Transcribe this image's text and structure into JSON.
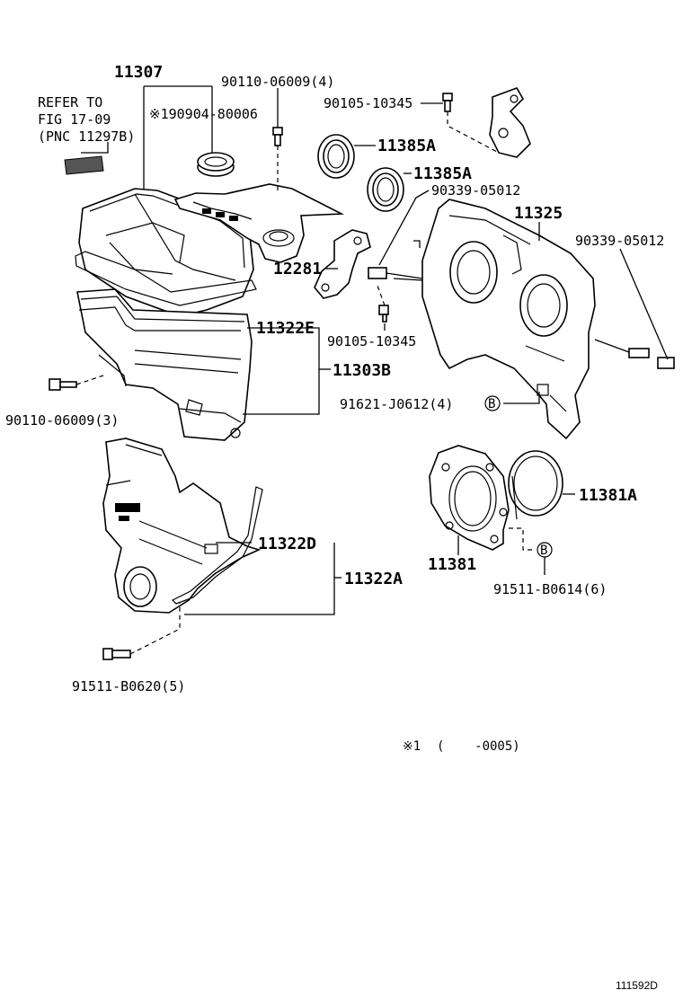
{
  "labels": {
    "p11307": "11307",
    "refer_line1": "REFER TO",
    "refer_line2": "FIG 17-09",
    "refer_line3": "(PNC 11297B)",
    "p90110_top": "90110-06009(4)",
    "p90904": "※190904-80006",
    "p90105_top": "90105-10345",
    "p11385A_1": "11385A",
    "p11385A_2": "11385A",
    "p90339_a": "90339-05012",
    "p11325": "11325",
    "p90339_b": "90339-05012",
    "p12281": "12281",
    "p11322E": "11322E",
    "p90105_mid": "90105-10345",
    "p11303B": "11303B",
    "p90110_left": "90110-06009(3)",
    "p91621": "91621-J0612(4)",
    "p11381A": "11381A",
    "p11322D": "11322D",
    "p11322A": "11322A",
    "p11381": "11381",
    "p91511_b0614": "91511-B0614(6)",
    "p91511_b0620": "91511-B0620(5)",
    "footnote_mark": "※1",
    "footnote_text": "(    -0005)",
    "figure_id": "111592D"
  },
  "circle_marks": {
    "mark_a": "B",
    "mark_b": "B"
  }
}
